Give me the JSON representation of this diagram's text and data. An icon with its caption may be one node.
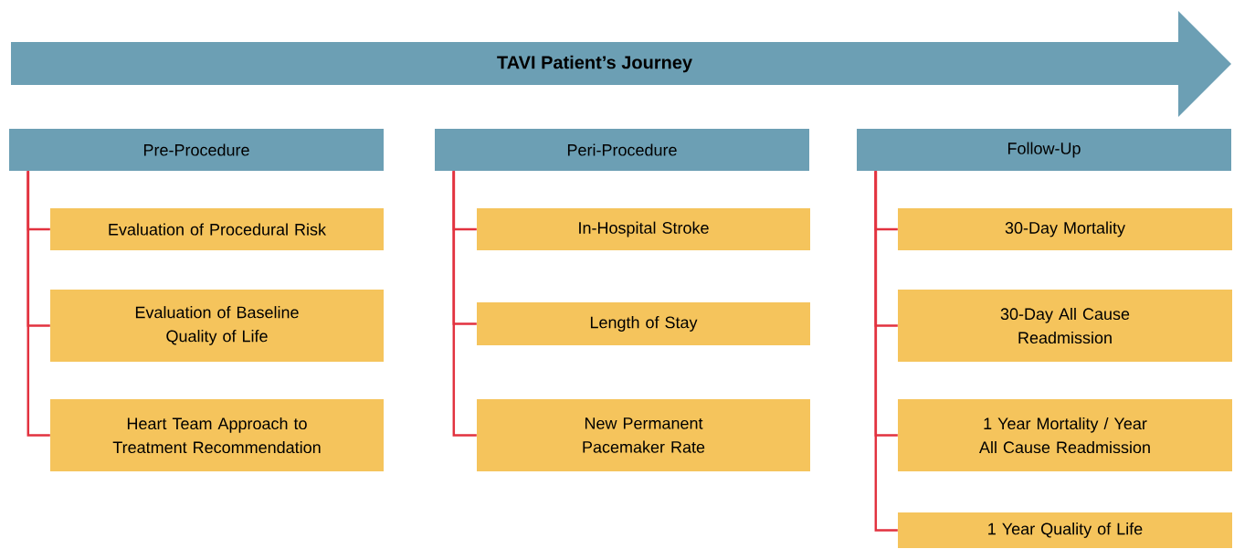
{
  "diagram": {
    "nodes": [
      {
        "text": [
          "TAVI Patient’s Journey"
        ]
      },
      {
        "text": [
          "Pre-Procedure"
        ]
      },
      {
        "text": [
          "Peri-Procedure"
        ]
      },
      {
        "text": [
          "Follow-Up"
        ]
      },
      {
        "text": [
          "Evaluation of Procedural Risk"
        ]
      },
      {
        "text": [
          "Evaluation of Baseline Quality of Life"
        ]
      },
      {
        "text": [
          "Heart Team Approach to Treatment Recommendation"
        ]
      },
      {
        "text": [
          "In-Hospital Stroke"
        ]
      },
      {
        "text": [
          "Length of Stay"
        ]
      },
      {
        "text": [
          "New Permanent Pacemaker Rate"
        ]
      },
      {
        "text": [
          "30-Day Mortality"
        ]
      },
      {
        "text": [
          "30-Day All Cause Readmission"
        ]
      },
      {
        "text": [
          "1 Year Mortality / Year All Cause Readmission"
        ]
      },
      {
        "text": [
          "1 Year Quality of Life"
        ]
      }
    ],
    "edges": [
      {
        "from": 1,
        "to": 4,
        "arrow": "none"
      },
      {
        "from": 1,
        "to": 5,
        "arrow": "none"
      },
      {
        "from": 1,
        "to": 6,
        "arrow": "none"
      },
      {
        "from": 2,
        "to": 7,
        "arrow": "none"
      },
      {
        "from": 2,
        "to": 8,
        "arrow": "none"
      },
      {
        "from": 2,
        "to": 9,
        "arrow": "none"
      },
      {
        "from": 3,
        "to": 10,
        "arrow": "none"
      },
      {
        "from": 3,
        "to": 11,
        "arrow": "none"
      },
      {
        "from": 3,
        "to": 12,
        "arrow": "none"
      },
      {
        "from": 3,
        "to": 13,
        "arrow": "none"
      }
    ]
  }
}
